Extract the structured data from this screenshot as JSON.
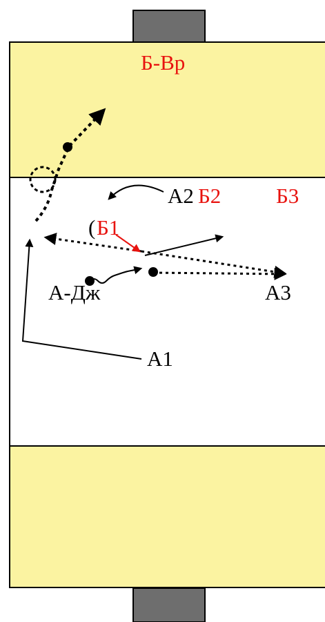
{
  "colors": {
    "zone_fill": "#fbf3a1",
    "court_fill": "#ffffff",
    "goal_fill": "#6e6e6e",
    "line": "#000000",
    "team_a": "#000000",
    "team_b": "#e8130f"
  },
  "labels": {
    "b_vr": "Б-Вр",
    "a2": "А2",
    "b2": "Б2",
    "b3": "Б3",
    "b1_paren": "(",
    "b1": "Б1",
    "a_dzh": "А-Дж",
    "a3": "А3",
    "a1": "А1"
  }
}
